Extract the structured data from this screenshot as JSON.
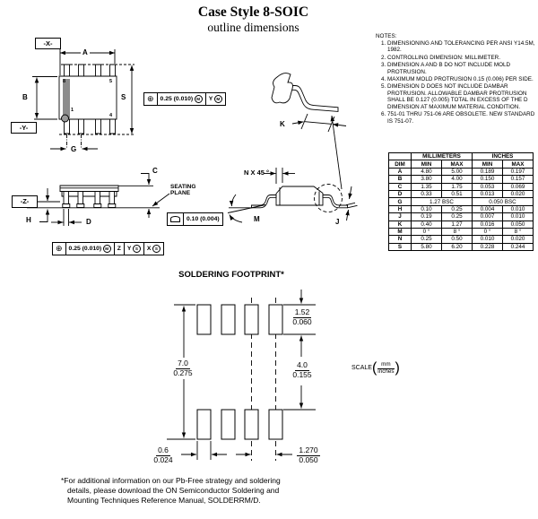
{
  "header": {
    "title": "Case Style 8-SOIC",
    "subtitle": "outline dimensions"
  },
  "notes": {
    "heading": "NOTES:",
    "items": [
      "DIMENSIONING AND TOLERANCING PER ANSI Y14.5M, 1982.",
      "CONTROLLING DIMENSION: MILLIMETER.",
      "DIMENSION A AND B DO NOT INCLUDE MOLD PROTRUSION.",
      "MAXIMUM MOLD PROTRUSION 0.15 (0.006) PER SIDE.",
      "DIMENSION D DOES NOT INCLUDE DAMBAR PROTRUSION. ALLOWABLE DAMBAR PROTRUSION SHALL BE 0.127 (0.005) TOTAL IN EXCESS OF THE D DIMENSION AT MAXIMUM MATERIAL CONDITION.",
      "751-01 THRU 751-06 ARE OBSOLETE. NEW STANDARD IS 751-07."
    ]
  },
  "dim_table": {
    "group_left": "MILLIMETERS",
    "group_right": "INCHES",
    "col_dim": "DIM",
    "col_min": "MIN",
    "col_max": "MAX",
    "rows": [
      {
        "dim": "A",
        "c": [
          "4.80",
          "5.00",
          "0.189",
          "0.197"
        ]
      },
      {
        "dim": "B",
        "c": [
          "3.80",
          "4.00",
          "0.150",
          "0.157"
        ]
      },
      {
        "dim": "C",
        "c": [
          "1.35",
          "1.75",
          "0.053",
          "0.069"
        ]
      },
      {
        "dim": "D",
        "c": [
          "0.33",
          "0.51",
          "0.013",
          "0.020"
        ]
      },
      {
        "dim": "G",
        "span_mm": "1.27 BSC",
        "span_in": "0.050 BSC"
      },
      {
        "dim": "H",
        "c": [
          "0.10",
          "0.25",
          "0.004",
          "0.010"
        ]
      },
      {
        "dim": "J",
        "c": [
          "0.19",
          "0.25",
          "0.007",
          "0.010"
        ]
      },
      {
        "dim": "K",
        "c": [
          "0.40",
          "1.27",
          "0.016",
          "0.050"
        ]
      },
      {
        "dim": "M",
        "c": [
          "0 °",
          "8 °",
          "0 °",
          "8 °"
        ]
      },
      {
        "dim": "N",
        "c": [
          "0.25",
          "0.50",
          "0.010",
          "0.020"
        ]
      },
      {
        "dim": "S",
        "c": [
          "5.80",
          "6.20",
          "0.228",
          "0.244"
        ]
      }
    ]
  },
  "drawing": {
    "datums": {
      "x": "-X-",
      "y": "-Y-",
      "z": "-Z-"
    },
    "dim_labels": {
      "a": "A",
      "b": "B",
      "s": "S",
      "g": "G",
      "c": "C",
      "d": "D",
      "h": "H",
      "k": "K",
      "j": "J",
      "m": "M",
      "n": "N X 45 °"
    },
    "pin_numbers": {
      "p8": "8",
      "p5": "5",
      "p1": "1",
      "p4": "4"
    },
    "seating_plane": "SEATING PLANE",
    "fcf_top": {
      "symbol": "⊕",
      "tolerance": "0.25 (0.010)",
      "tol_modifier": "M",
      "datum": "Y",
      "datum_modifier": "M"
    },
    "fcf_bottom": {
      "symbol": "⊕",
      "tolerance": "0.25 (0.010)",
      "tol_modifier": "M",
      "datum1": "Z",
      "datum2": "Y",
      "datum2_modifier": "S",
      "datum3": "X",
      "datum3_modifier": "S"
    },
    "fcf_seating": {
      "value": "0.10 (0.004)"
    }
  },
  "footprint": {
    "title": "SOLDERING FOOTPRINT*",
    "pad_height": {
      "mm": "1.52",
      "in": "0.060"
    },
    "row_span": {
      "mm": "7.0",
      "in": "0.275"
    },
    "row_gap": {
      "mm": "4.0",
      "in": "0.155"
    },
    "pad_width": {
      "mm": "0.6",
      "in": "0.024"
    },
    "pad_pitch": {
      "mm": "1.270",
      "in": "0.050"
    },
    "scale_label": "SCALE",
    "scale_num": "mm",
    "scale_den": "inches"
  },
  "footer": {
    "lines": [
      "*For additional information on our Pb-Free strategy and soldering",
      "details, please download the ON Semiconductor Soldering and",
      "Mounting Techniques Reference Manual, SOLDERRM/D."
    ]
  }
}
